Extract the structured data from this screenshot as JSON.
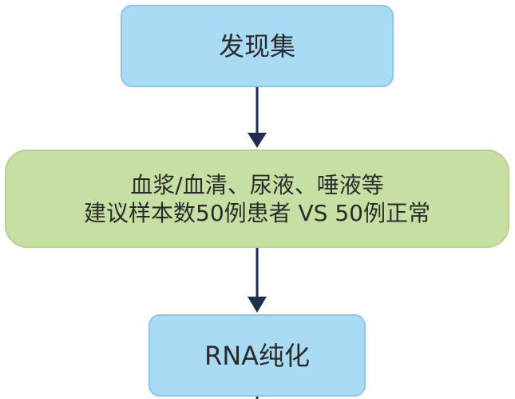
{
  "nodes": {
    "discovery": {
      "label": "发现集"
    },
    "samples": {
      "line1": "血浆/血清、尿液、唾液等",
      "line2": "建议样本数50例患者 VS 50例正常"
    },
    "rna": {
      "label": "RNA纯化"
    }
  },
  "colors": {
    "blue_box": "#a9dbf5",
    "green_box": "#c6dfa3",
    "arrow": "#1f2d4f",
    "text": "#2b2b2b"
  }
}
